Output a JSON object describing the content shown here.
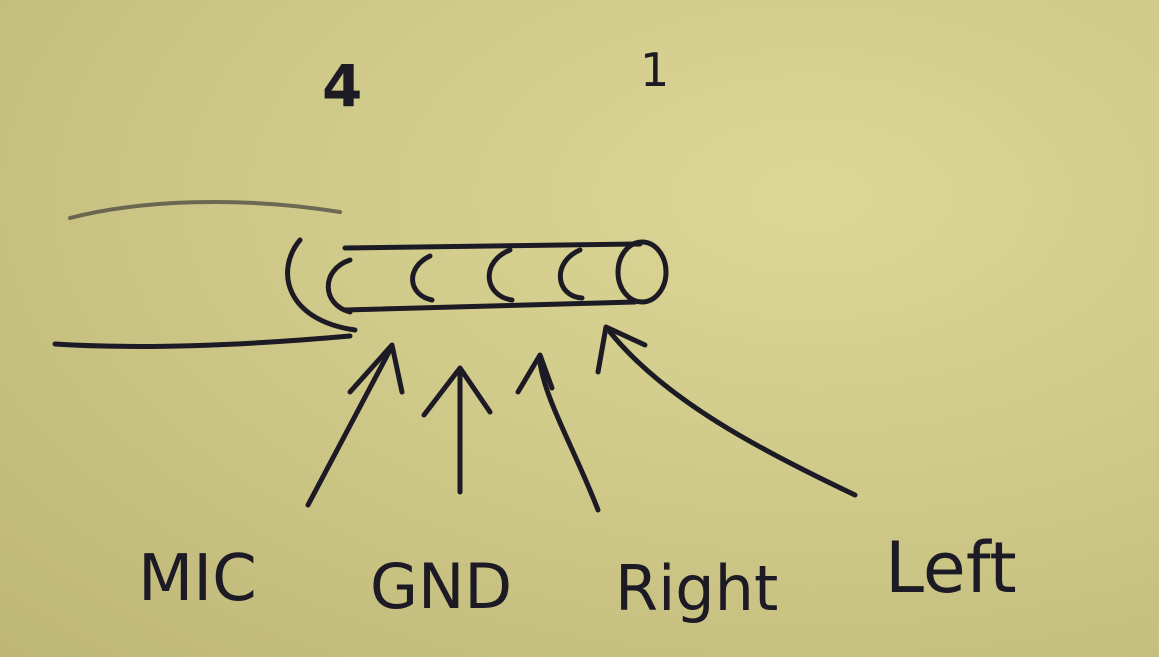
{
  "pin_numbers": {
    "left": "4",
    "right": "1"
  },
  "labels": {
    "mic": "MIC",
    "gnd": "GND",
    "right": "Right",
    "left": "Left"
  },
  "colors": {
    "paper": "#cfc98a",
    "ink": "#1c1a24"
  }
}
